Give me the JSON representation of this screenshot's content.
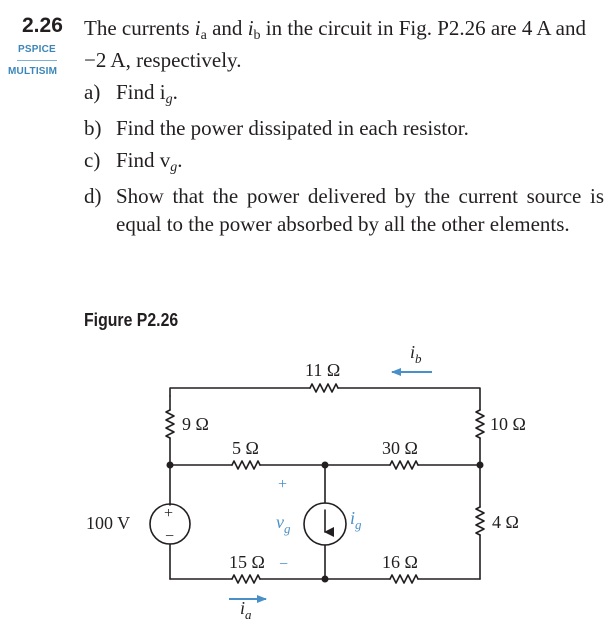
{
  "problem": {
    "number": "2.26",
    "badges": [
      "PSPICE",
      "MULTISIM"
    ],
    "statement_pre": "The currents ",
    "var_a": "i",
    "sub_a": "a",
    "and_text": " and ",
    "var_b": "i",
    "sub_b": "b",
    "statement_post": " in the circuit in Fig. P2.26 are 4 A and −2 A, respectively.",
    "parts": [
      {
        "label": "a)",
        "text": "Find i",
        "sub": "g",
        "tail": "."
      },
      {
        "label": "b)",
        "text": "Find the power dissipated in each resistor.",
        "sub": "",
        "tail": ""
      },
      {
        "label": "c)",
        "text": "Find v",
        "sub": "g",
        "tail": "."
      },
      {
        "label": "d)",
        "text": "Show that the power delivered by the current source is equal to the power absorbed by all the other elements.",
        "sub": "",
        "tail": ""
      }
    ]
  },
  "figure": {
    "caption": "Figure P2.26",
    "labels": {
      "r11": "11 Ω",
      "r9": "9 Ω",
      "r5": "5 Ω",
      "r30": "30 Ω",
      "r10": "10 Ω",
      "r15": "15 Ω",
      "r16": "16 Ω",
      "r4": "4 Ω",
      "vsrc": "100 V",
      "plus": "+",
      "minus": "−",
      "ib_var": "i",
      "ib_sub": "b",
      "ia_var": "i",
      "ia_sub": "a",
      "ig_var": "i",
      "ig_sub": "g",
      "vg_var": "v",
      "vg_sub": "g"
    },
    "colors": {
      "wire": "#231f20",
      "arrow": "#4a90c8",
      "badge": "#3b86b8"
    }
  }
}
